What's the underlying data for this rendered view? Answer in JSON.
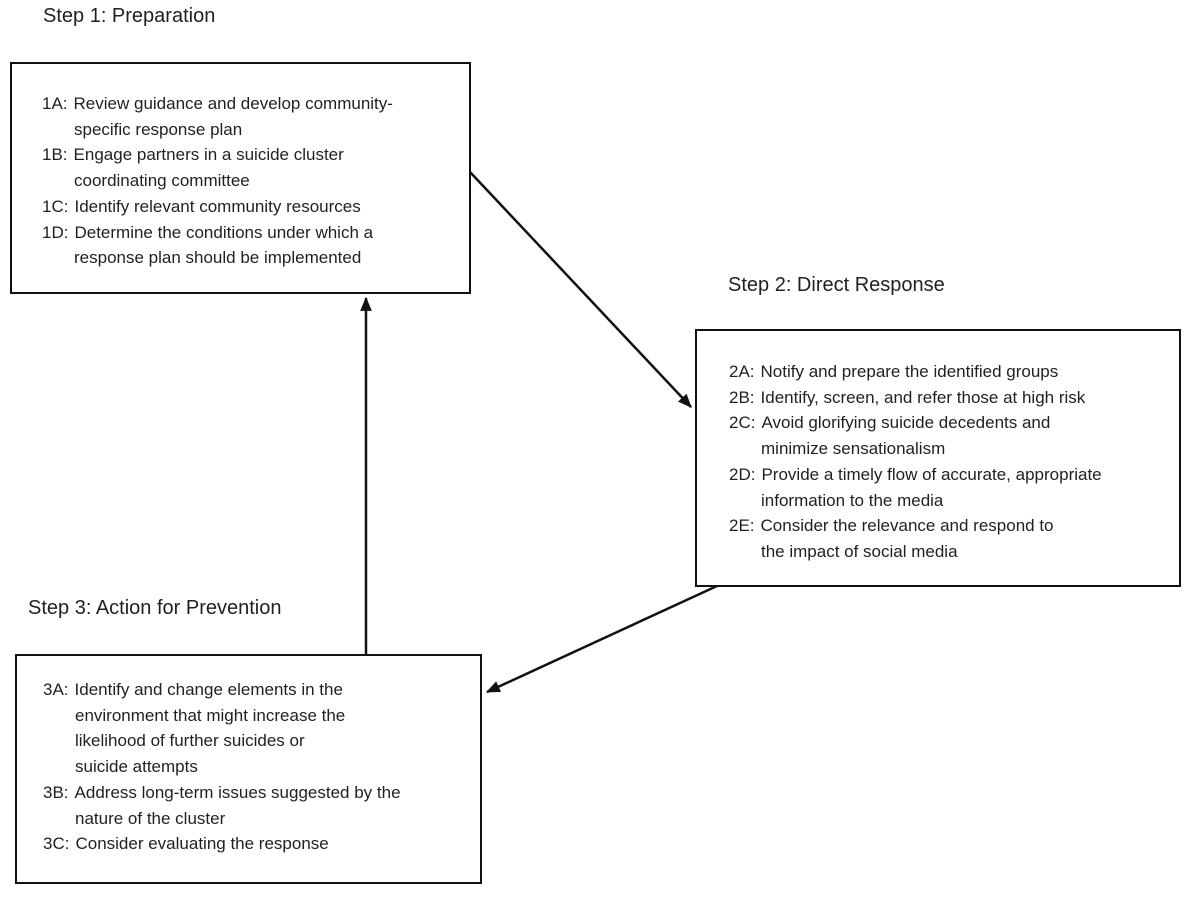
{
  "diagram": {
    "background": "#ffffff",
    "line_color": "#111111",
    "text_color": "#231f20"
  },
  "steps": [
    {
      "title": "Step 1: Preparation",
      "items": [
        {
          "label": "1A:",
          "lines": [
            "Review guidance and develop community-",
            "specific response plan"
          ]
        },
        {
          "label": "1B:",
          "lines": [
            "Engage partners in a suicide cluster",
            "coordinating committee"
          ]
        },
        {
          "label": "1C:",
          "lines": [
            "Identify relevant community resources"
          ]
        },
        {
          "label": "1D:",
          "lines": [
            "Determine the conditions under which a",
            "response plan should be implemented"
          ]
        }
      ]
    },
    {
      "title": "Step 2: Direct Response",
      "items": [
        {
          "label": "2A:",
          "lines": [
            "Notify and prepare the identified groups"
          ]
        },
        {
          "label": "2B:",
          "lines": [
            "Identify, screen, and refer those at high risk"
          ]
        },
        {
          "label": "2C:",
          "lines": [
            "Avoid glorifying suicide decedents and",
            "minimize sensationalism"
          ]
        },
        {
          "label": "2D:",
          "lines": [
            "Provide a timely flow of accurate, appropriate",
            "information to the media"
          ]
        },
        {
          "label": "2E:",
          "lines": [
            "Consider the relevance and respond to",
            "the impact of social media"
          ]
        }
      ]
    },
    {
      "title": "Step 3: Action for Prevention",
      "items": [
        {
          "label": "3A:",
          "lines": [
            "Identify and change elements in the",
            "environment that might increase the",
            "likelihood of further suicides or",
            "suicide attempts"
          ]
        },
        {
          "label": "3B:",
          "lines": [
            "Address long-term issues suggested by the",
            "nature of the cluster"
          ]
        },
        {
          "label": "3C:",
          "lines": [
            "Consider evaluating the response"
          ]
        }
      ]
    }
  ],
  "arrows": [
    {
      "from": "Step 1: Preparation",
      "to": "Step 2: Direct Response"
    },
    {
      "from": "Step 2: Direct Response",
      "to": "Step 3: Action for Prevention"
    },
    {
      "from": "Step 3: Action for Prevention",
      "to": "Step 1: Preparation"
    }
  ]
}
